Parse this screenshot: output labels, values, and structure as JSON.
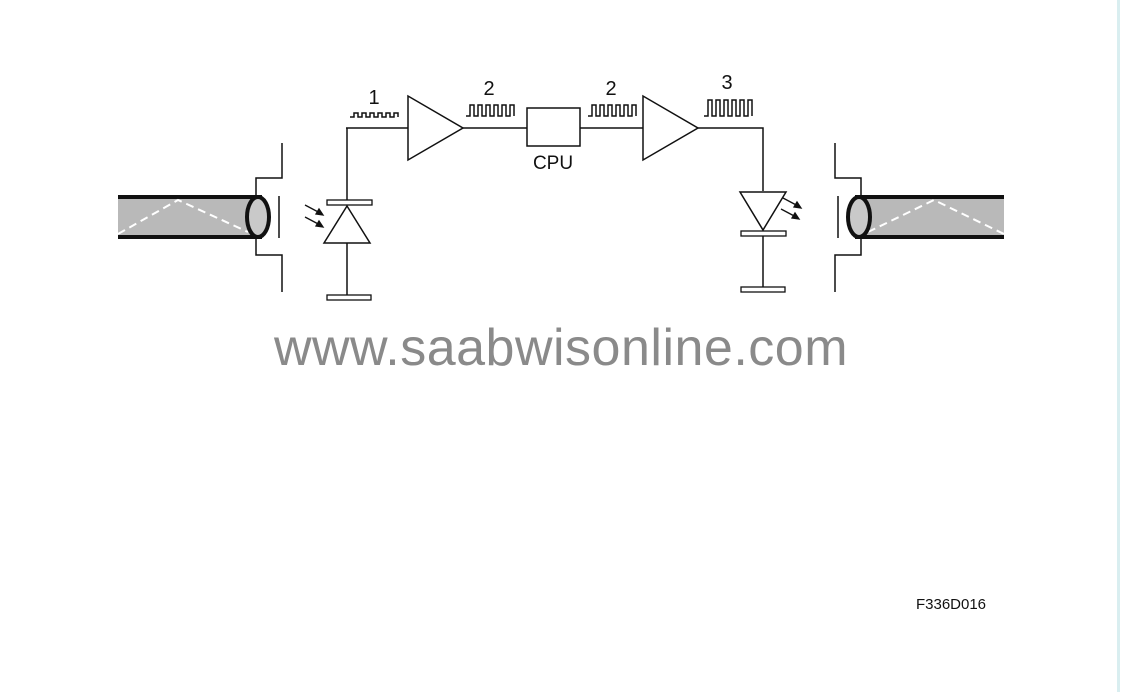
{
  "diagram": {
    "signal_labels": [
      "1",
      "2",
      "2",
      "3"
    ],
    "cpu_label": "CPU",
    "watermark": "www.saabwisonline.com",
    "figure_code": "F336D016"
  },
  "colors": {
    "line": "#111111",
    "fiber_fill": "#b9b9b9",
    "watermark": "#8a8a8a",
    "right_edge": "#d9eef0"
  }
}
